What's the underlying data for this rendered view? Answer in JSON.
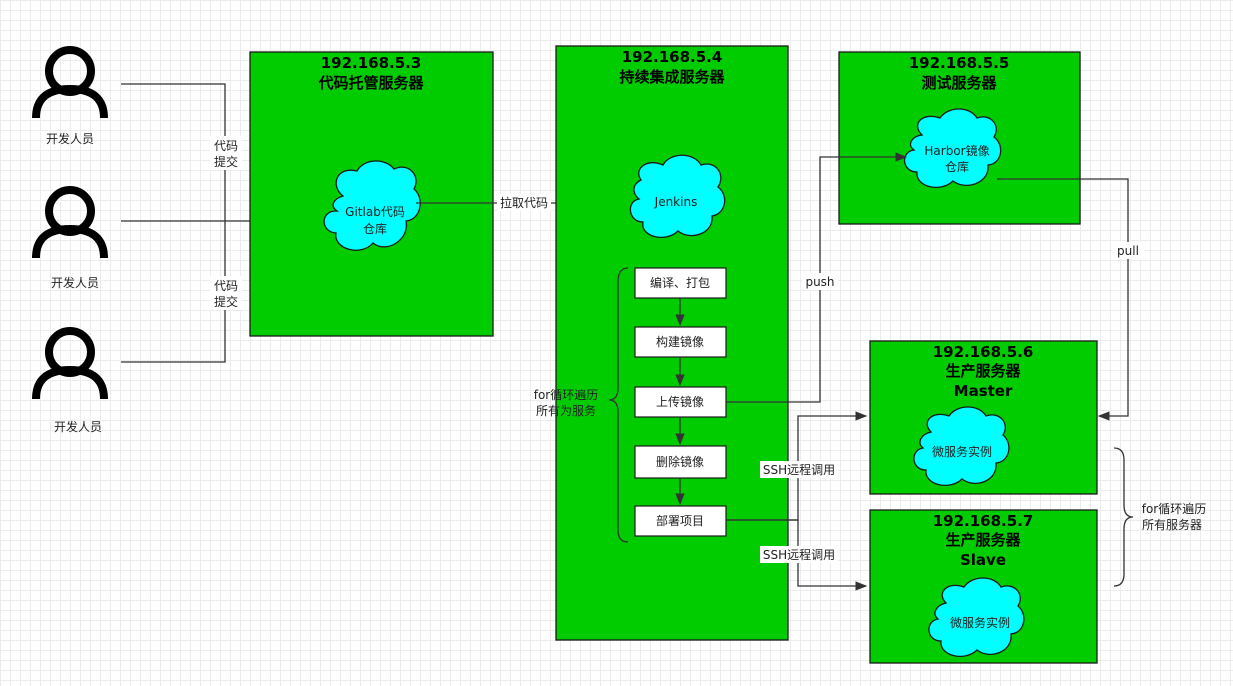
{
  "developers": [
    {
      "label": "开发人员"
    },
    {
      "label": "开发人员"
    },
    {
      "label": "开发人员"
    }
  ],
  "commit_labels": [
    {
      "line1": "代码",
      "line2": "提交"
    },
    {
      "line1": "代码",
      "line2": "提交"
    }
  ],
  "servers": {
    "git": {
      "ip": "192.168.5.3",
      "name": "代码托管服务器",
      "node_line1": "Gitlab代码",
      "node_line2": "仓库"
    },
    "ci": {
      "ip": "192.168.5.4",
      "name": "持续集成服务器",
      "node": "Jenkins"
    },
    "test": {
      "ip": "192.168.5.5",
      "name": "测试服务器",
      "node_line1": "Harbor镜像",
      "node_line2": "仓库"
    },
    "prod_master": {
      "ip": "192.168.5.6",
      "name": "生产服务器",
      "role": "Master",
      "node": "微服务实例"
    },
    "prod_slave": {
      "ip": "192.168.5.7",
      "name": "生产服务器",
      "role": "Slave",
      "node": "微服务实例"
    }
  },
  "pipeline_steps": [
    "编译、打包",
    "构建镜像",
    "上传镜像",
    "删除镜像",
    "部署项目"
  ],
  "edges": {
    "pull_code": "拉取代码",
    "push": "push",
    "pull": "pull",
    "ssh_1": "SSH远程调用",
    "ssh_2": "SSH远程调用"
  },
  "loop_labels": {
    "services": {
      "line1": "for循环遍历",
      "line2": "所有为服务"
    },
    "servers": {
      "line1": "for循环遍历",
      "line2": "所有服务器"
    }
  },
  "colors": {
    "server_fill": "#00cc00",
    "cloud_fill": "#00ffff"
  }
}
